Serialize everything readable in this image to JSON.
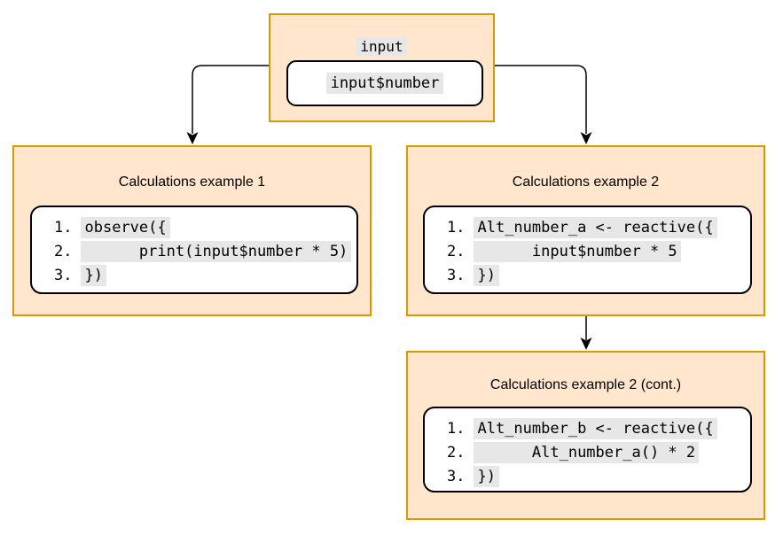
{
  "colors": {
    "canvas_bg": "#ffffff",
    "node_fill": "#ffe6cc",
    "node_stroke": "#d79b00",
    "inner_fill": "#ffffff",
    "inner_stroke": "#000000",
    "code_highlight": "#e7e7e7",
    "arrow": "#000000",
    "text": "#000000"
  },
  "input_node": {
    "title": "input",
    "chip": "input$number"
  },
  "calc1": {
    "title": "Calculations example 1",
    "lines": [
      {
        "n": "1.",
        "c": "observe({"
      },
      {
        "n": "2.",
        "c": "      print(input$number * 5)"
      },
      {
        "n": "3.",
        "c": "})"
      }
    ]
  },
  "calc2": {
    "title": "Calculations example 2",
    "lines": [
      {
        "n": "1.",
        "c": "Alt_number_a <- reactive({"
      },
      {
        "n": "2.",
        "c": "      input$number * 5"
      },
      {
        "n": "3.",
        "c": "})"
      }
    ]
  },
  "calc2cont": {
    "title": "Calculations example 2 (cont.)",
    "lines": [
      {
        "n": "1.",
        "c": "Alt_number_b <- reactive({"
      },
      {
        "n": "2.",
        "c": "      Alt_number_a() * 2"
      },
      {
        "n": "3.",
        "c": "})"
      }
    ]
  }
}
